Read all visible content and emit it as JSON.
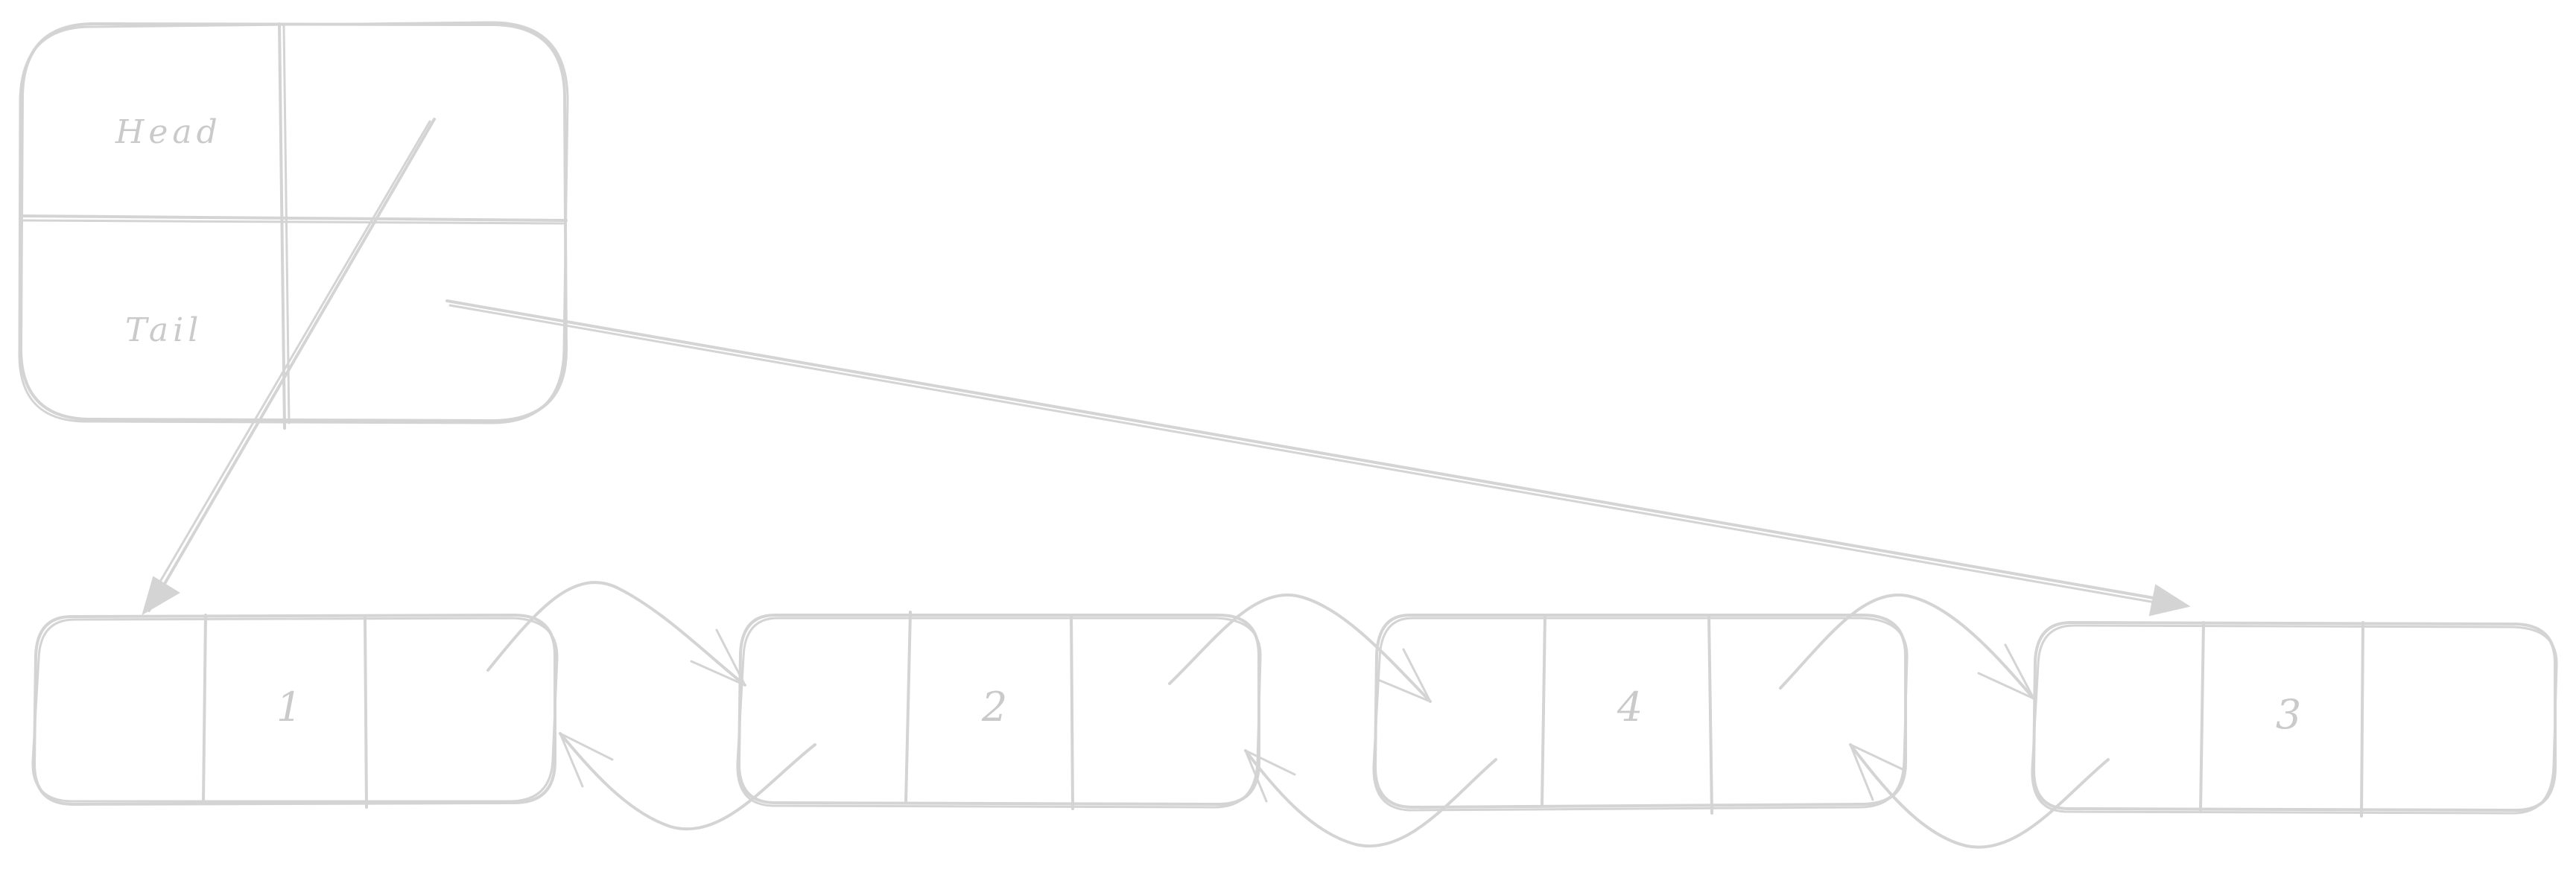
{
  "colors": {
    "stroke": "#d4d4d4",
    "text": "#cacaca",
    "background": "#ffffff"
  },
  "header_box": {
    "head_label": "Head",
    "tail_label": "Tail"
  },
  "nodes": [
    {
      "value": "1"
    },
    {
      "value": "2"
    },
    {
      "value": "4"
    },
    {
      "value": "3"
    }
  ]
}
